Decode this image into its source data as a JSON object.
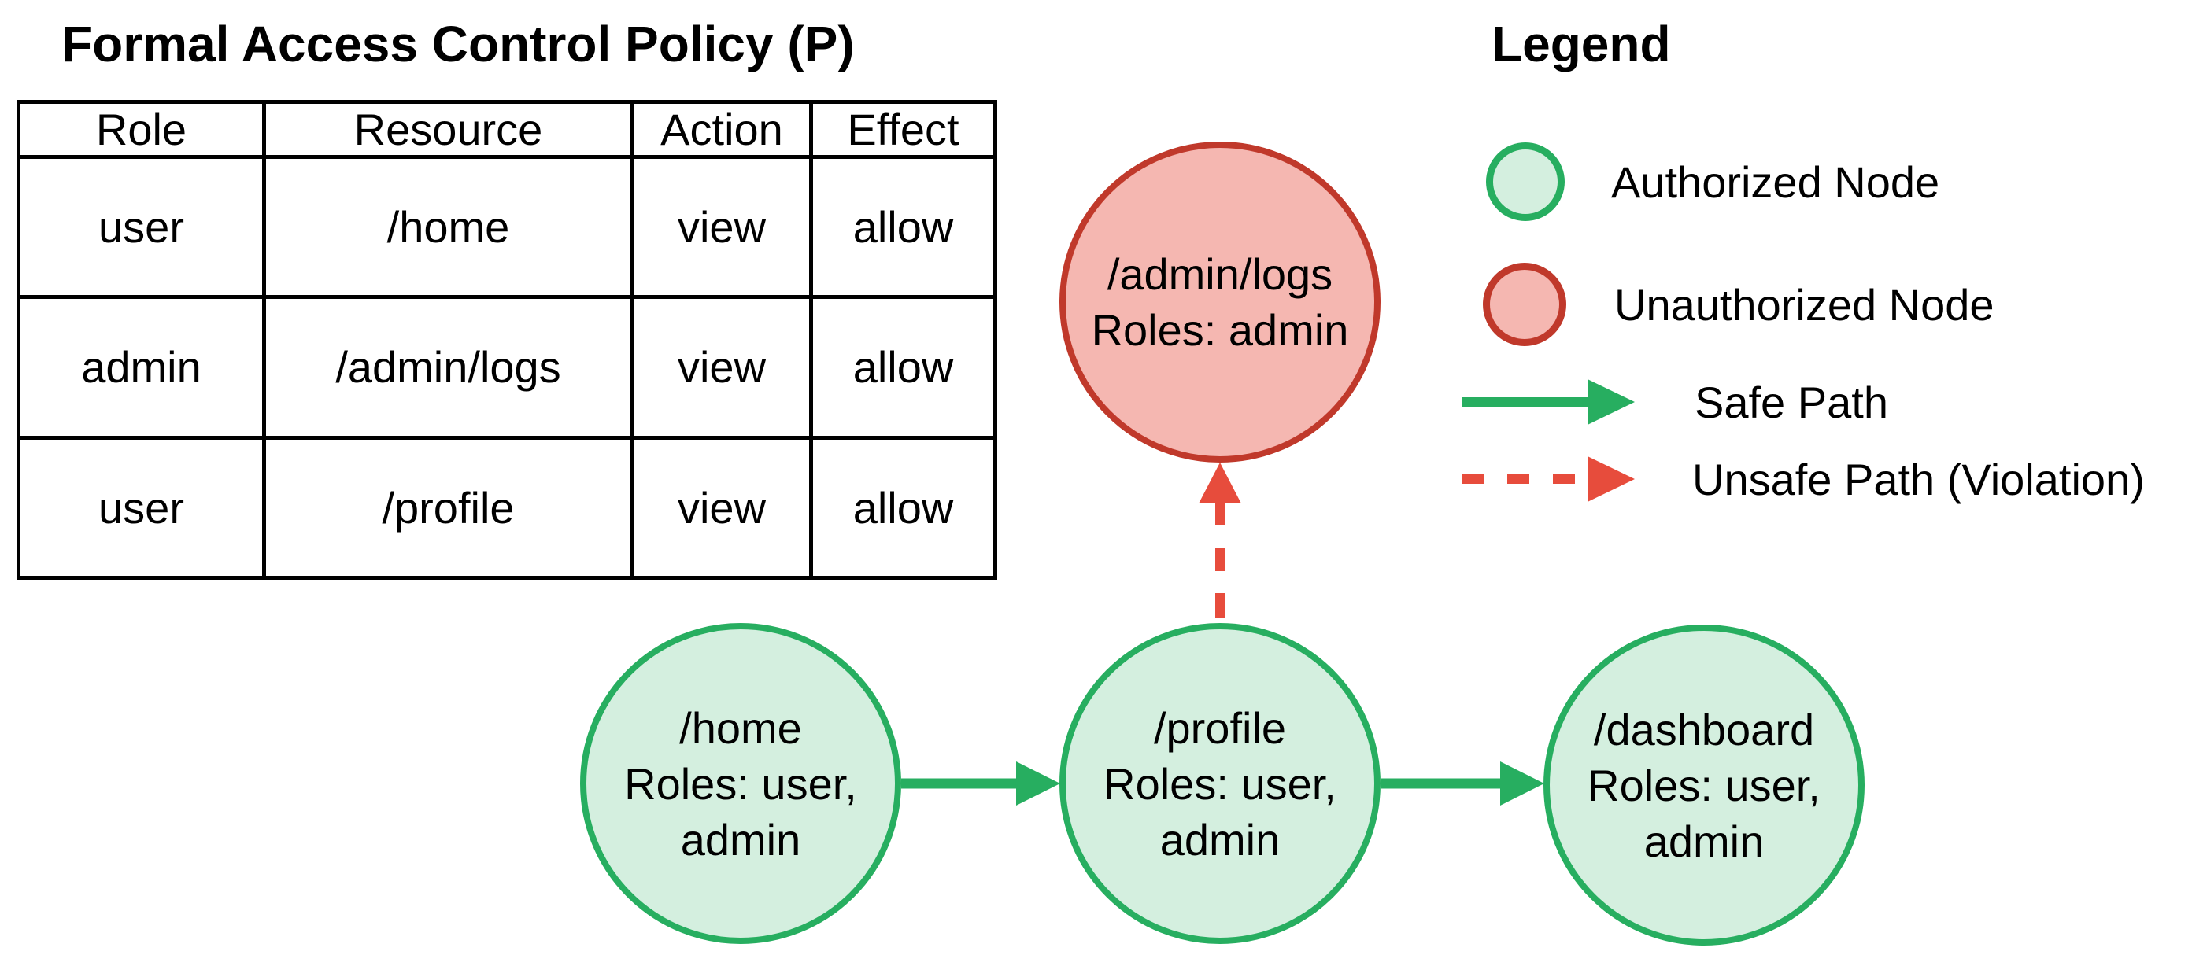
{
  "policy_table": {
    "title": "Formal Access Control Policy (P)",
    "headers": [
      "Role",
      "Resource",
      "Action",
      "Effect"
    ],
    "rows": [
      [
        "user",
        "/home",
        "view",
        "allow"
      ],
      [
        "admin",
        "/admin/logs",
        "view",
        "allow"
      ],
      [
        "user",
        "/profile",
        "view",
        "allow"
      ]
    ]
  },
  "legend": {
    "title": "Legend",
    "items": [
      {
        "marker": "authorized-circle",
        "label": "Authorized Node"
      },
      {
        "marker": "unauthorized-circle",
        "label": "Unauthorized Node"
      },
      {
        "marker": "solid-green-arrow",
        "label": "Safe Path"
      },
      {
        "marker": "dashed-red-arrow",
        "label": "Unsafe Path (Violation)"
      }
    ]
  },
  "graph": {
    "nodes": [
      {
        "id": "admin-logs",
        "status": "unauthorized",
        "lines": [
          "/admin/logs",
          "Roles: admin"
        ]
      },
      {
        "id": "home",
        "status": "authorized",
        "lines": [
          "/home",
          "Roles: user,",
          "admin"
        ]
      },
      {
        "id": "profile",
        "status": "authorized",
        "lines": [
          "/profile",
          "Roles: user,",
          "admin"
        ]
      },
      {
        "id": "dashboard",
        "status": "authorized",
        "lines": [
          "/dashboard",
          "Roles: user,",
          "admin"
        ]
      }
    ],
    "edges": [
      {
        "from": "home",
        "to": "profile",
        "type": "safe"
      },
      {
        "from": "profile",
        "to": "dashboard",
        "type": "safe"
      },
      {
        "from": "profile",
        "to": "admin-logs",
        "type": "unsafe"
      }
    ]
  },
  "colors": {
    "authorized_fill": "#d4efdf",
    "authorized_stroke": "#27ae60",
    "unauthorized_fill": "#f5b7b1",
    "unauthorized_stroke": "#c0392b",
    "safe_path": "#27ae60",
    "unsafe_path": "#e74c3c",
    "text": "#000000",
    "table_border": "#000000"
  }
}
